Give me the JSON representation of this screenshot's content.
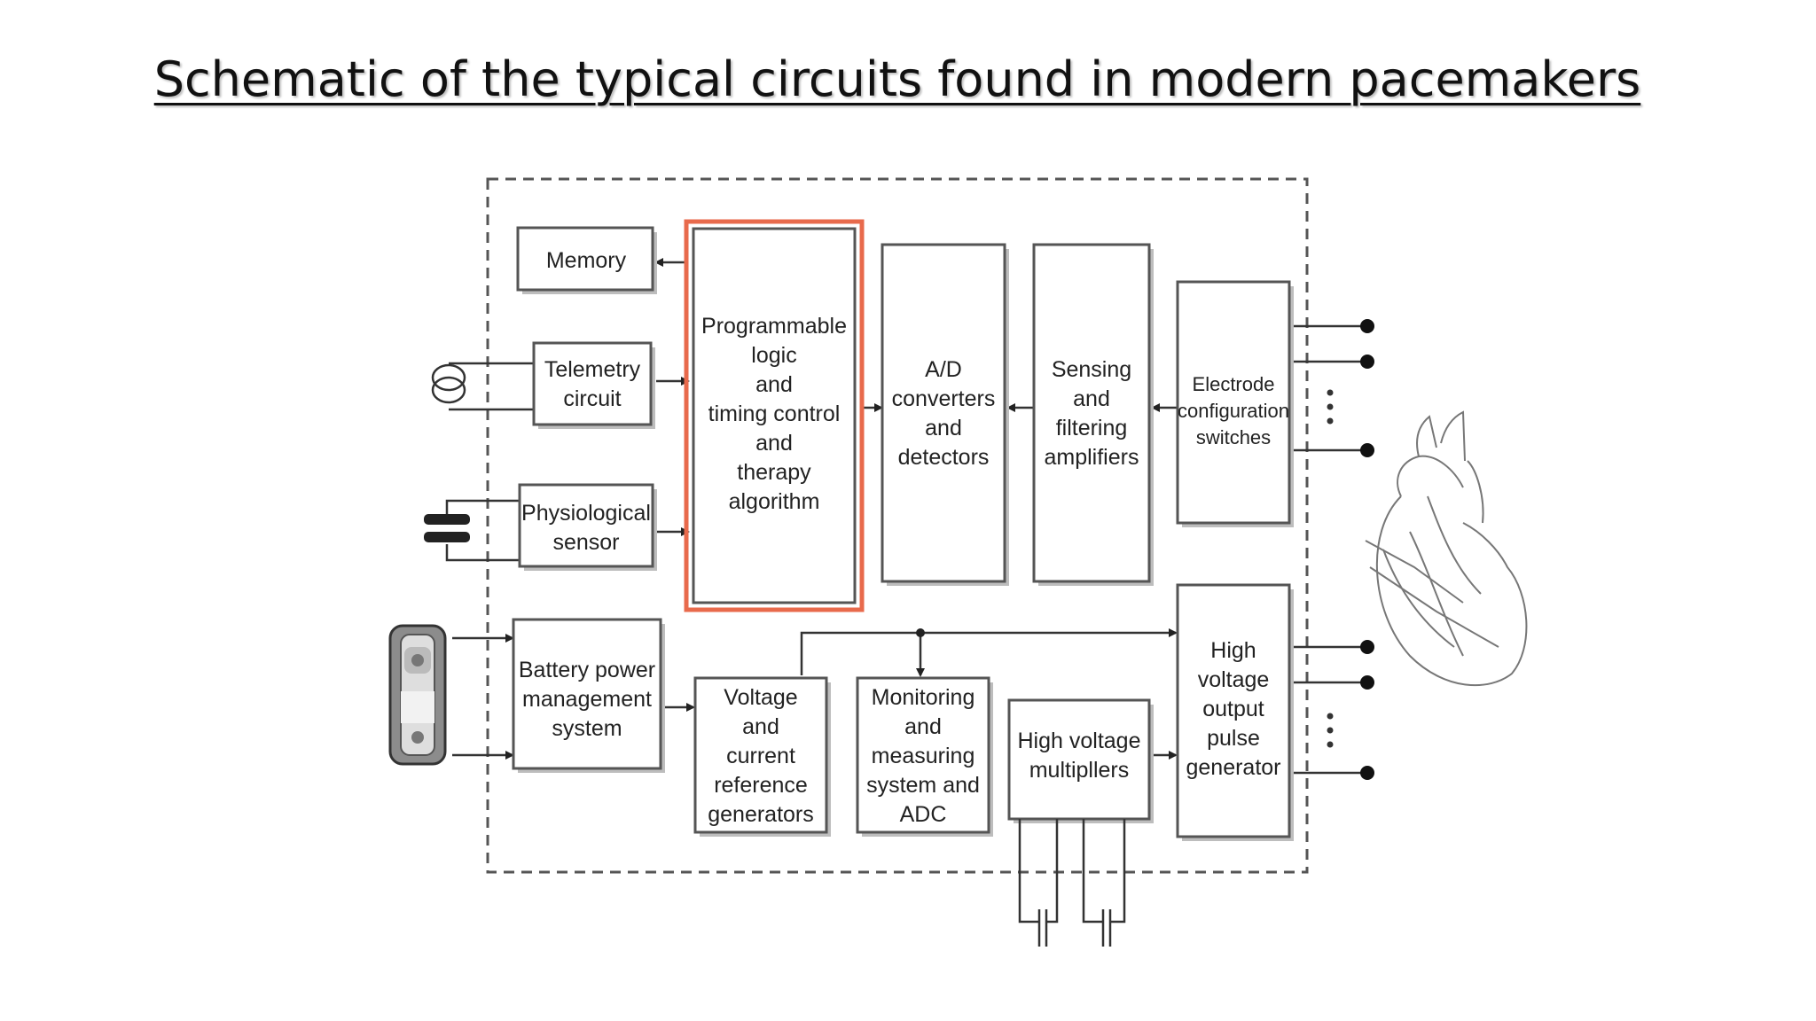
{
  "title": "Schematic of the typical circuits found in modern pacemakers",
  "colors": {
    "highlight": "#e86a4c",
    "box_stroke": "#555555",
    "wire": "#333333"
  },
  "blocks": {
    "memory": [
      "Memory"
    ],
    "telemetry": [
      "Telemetry",
      "circuit"
    ],
    "physio": [
      "Physiological",
      "sensor"
    ],
    "logic": [
      "Programmable",
      "logic",
      "and",
      "timing control",
      "and",
      "therapy",
      "algorithm"
    ],
    "ad": [
      "A/D",
      "converters",
      "and",
      "detectors"
    ],
    "sensing": [
      "Sensing",
      "and",
      "filtering",
      "amplifiers"
    ],
    "electrode": [
      "Electrode",
      "configuration",
      "switches"
    ],
    "battery": [
      "Battery power",
      "management",
      "system"
    ],
    "voltage": [
      "Voltage",
      "and",
      "current",
      "reference",
      "generators"
    ],
    "monitoring": [
      "Monitoring",
      "and",
      "measuring",
      "system and",
      "ADC"
    ],
    "hvmult": [
      "High voltage",
      "multipllers"
    ],
    "hvout": [
      "High",
      "voltage",
      "output",
      "pulse",
      "generator"
    ]
  },
  "icons": [
    "coil-icon",
    "sensor-icon",
    "battery-icon",
    "heart-icon",
    "capacitor-icon"
  ]
}
